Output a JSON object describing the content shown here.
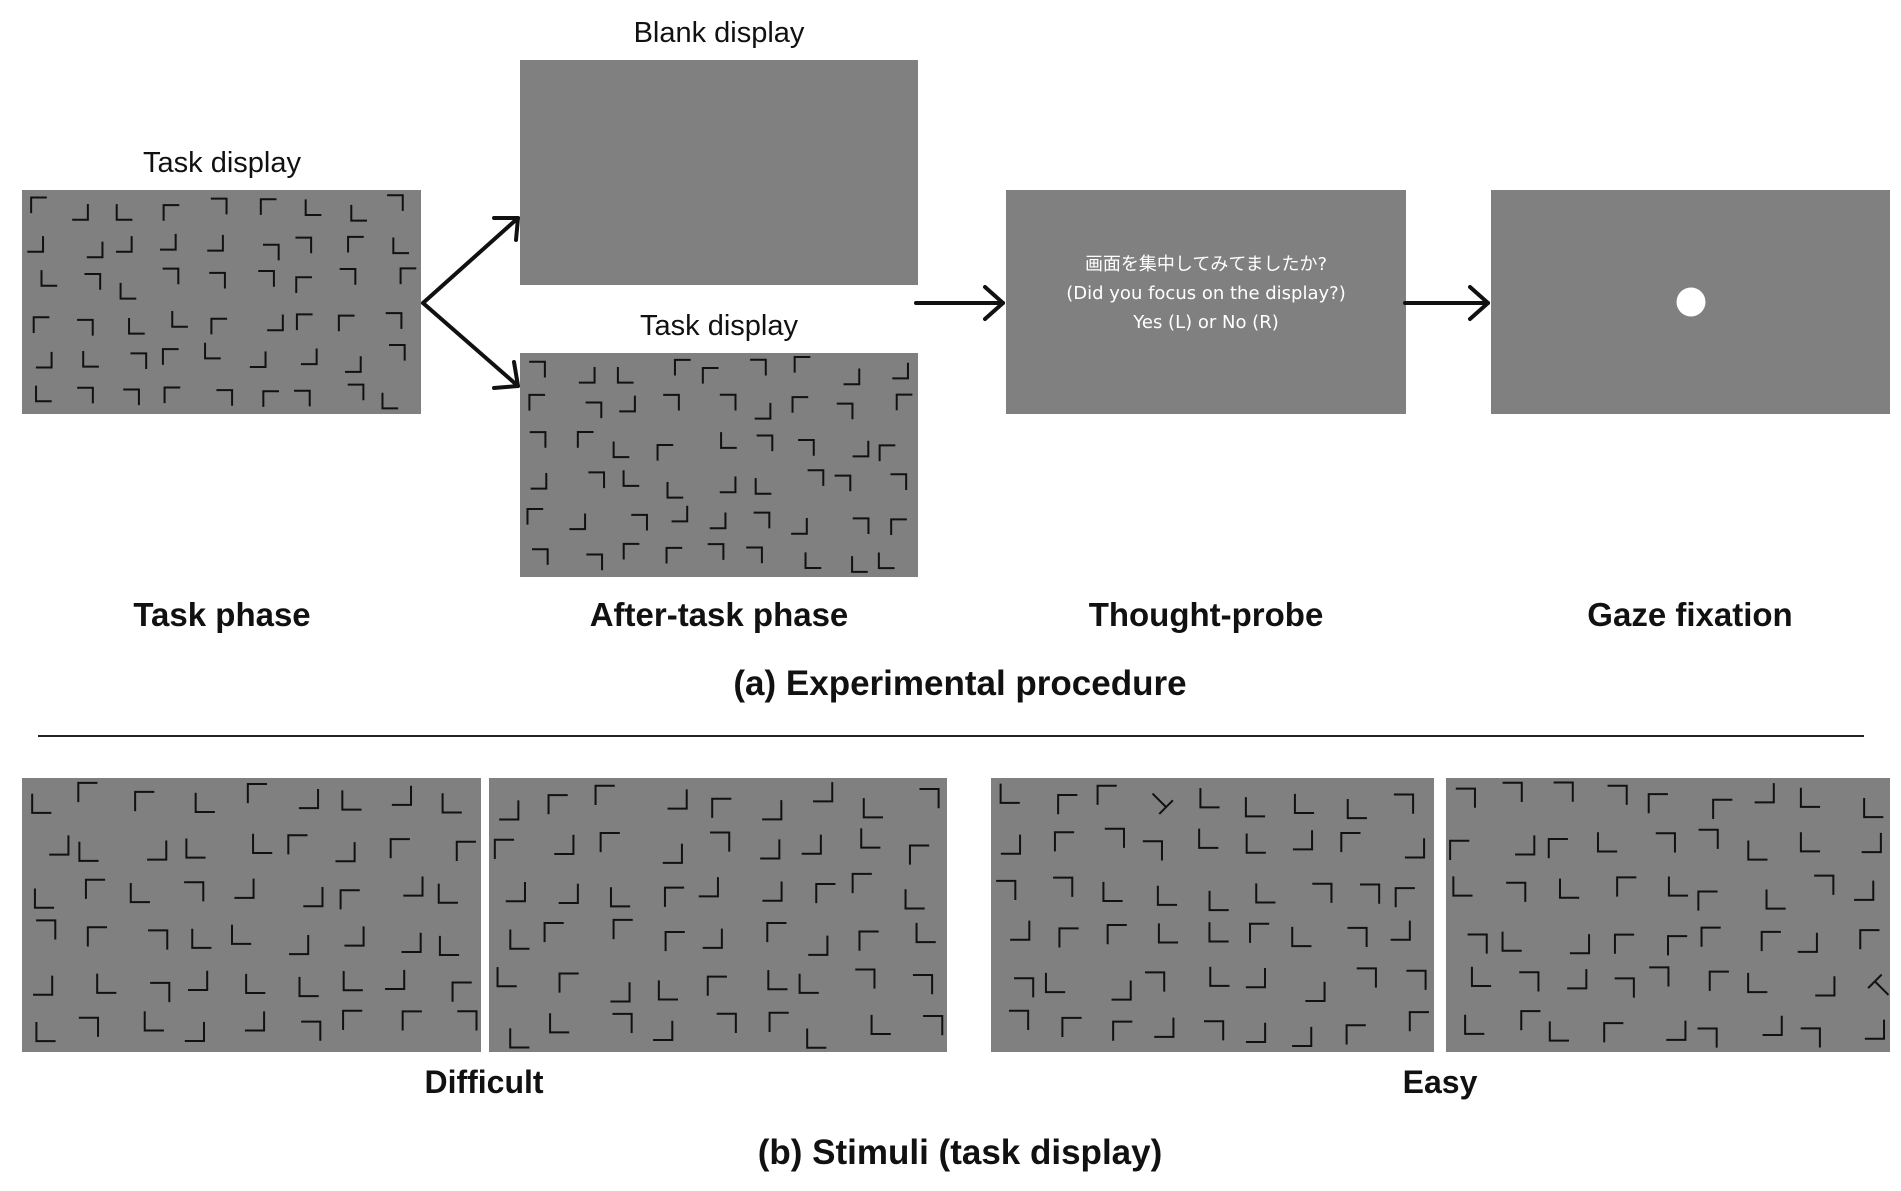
{
  "figure": {
    "panel_a": {
      "task_display_label": "Task display",
      "blank_display_label": "Blank display",
      "task_display_label_2": "Task display",
      "probe": {
        "line1": "画面を集中してみてましたか?",
        "line2": "(Did you focus on the display?)",
        "line3": "Yes (L) or No (R)"
      },
      "phases": {
        "task": "Task phase",
        "after_task": "After-task phase",
        "probe": "Thought-probe",
        "gaze": "Gaze fixation"
      },
      "title": "(a) Experimental procedure"
    },
    "panel_b": {
      "difficult_label": "Difficult",
      "easy_label": "Easy",
      "title": "(b) Stimuli (task display)"
    },
    "colors": {
      "panel_gray": "#808080",
      "stroke": "#111111",
      "fixation_dot": "#ffffff"
    }
  }
}
